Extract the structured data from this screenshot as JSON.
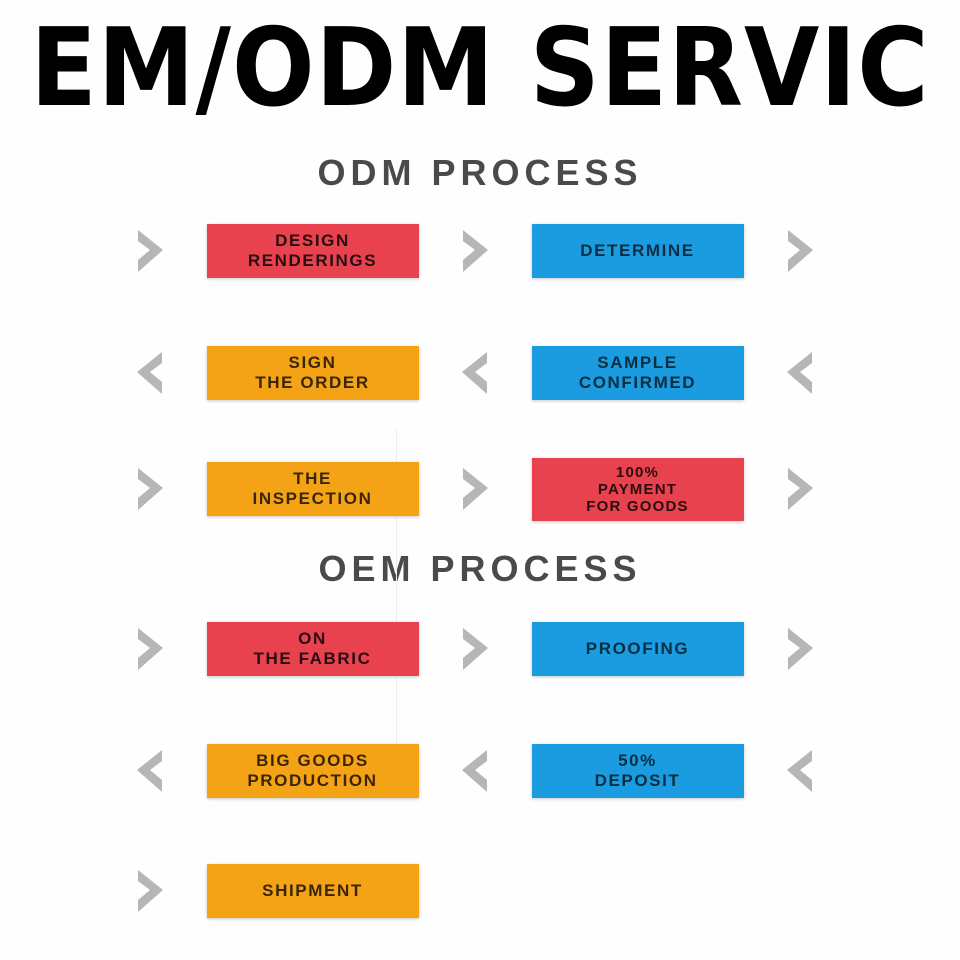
{
  "banner": {
    "title": "EM/ODM SERVIC",
    "full_title_hint": "OEM/ODM SERVICE",
    "text_color": "#000000"
  },
  "colors": {
    "red": "#e8424f",
    "blue": "#1b9ce0",
    "orange": "#f5a316",
    "arrow_gray": "#b6b6b6",
    "heading_gray": "#4a4a4a",
    "background": "#ffffff"
  },
  "sections": [
    {
      "id": "odm",
      "heading": "ODM PROCESS",
      "rows": [
        {
          "direction": "right",
          "arrows": [
            "chevron-right-icon",
            "chevron-right-icon",
            "chevron-right-icon"
          ],
          "boxes": [
            {
              "lines": [
                "DESIGN",
                "RENDERINGS"
              ],
              "color": "red"
            },
            {
              "lines": [
                "DETERMINE"
              ],
              "color": "blue"
            }
          ]
        },
        {
          "direction": "left",
          "arrows": [
            "chevron-left-icon",
            "chevron-left-icon",
            "chevron-left-icon"
          ],
          "boxes": [
            {
              "lines": [
                "SIGN",
                "THE ORDER"
              ],
              "color": "orange"
            },
            {
              "lines": [
                "SAMPLE",
                "CONFIRMED"
              ],
              "color": "blue"
            }
          ]
        },
        {
          "direction": "right",
          "arrows": [
            "chevron-right-icon",
            "chevron-right-icon",
            "chevron-right-icon"
          ],
          "boxes": [
            {
              "lines": [
                "THE",
                "INSPECTION"
              ],
              "color": "orange"
            },
            {
              "lines": [
                "100%",
                "PAYMENT",
                "FOR GOODS"
              ],
              "color": "red"
            }
          ]
        }
      ]
    },
    {
      "id": "oem",
      "heading": "OEM PROCESS",
      "rows": [
        {
          "direction": "right",
          "arrows": [
            "chevron-right-icon",
            "chevron-right-icon",
            "chevron-right-icon"
          ],
          "boxes": [
            {
              "lines": [
                "ON",
                "THE FABRIC"
              ],
              "color": "red"
            },
            {
              "lines": [
                "PROOFING"
              ],
              "color": "blue"
            }
          ]
        },
        {
          "direction": "left",
          "arrows": [
            "chevron-left-icon",
            "chevron-left-icon",
            "chevron-left-icon"
          ],
          "boxes": [
            {
              "lines": [
                "BIG GOODS",
                "PRODUCTION"
              ],
              "color": "orange"
            },
            {
              "lines": [
                "50%",
                "DEPOSIT"
              ],
              "color": "blue"
            }
          ]
        },
        {
          "direction": "right",
          "arrows": [
            "chevron-right-icon"
          ],
          "boxes": [
            {
              "lines": [
                "SHIPMENT"
              ],
              "color": "orange"
            },
            {
              "lines": [],
              "color": "none"
            }
          ]
        }
      ]
    }
  ]
}
